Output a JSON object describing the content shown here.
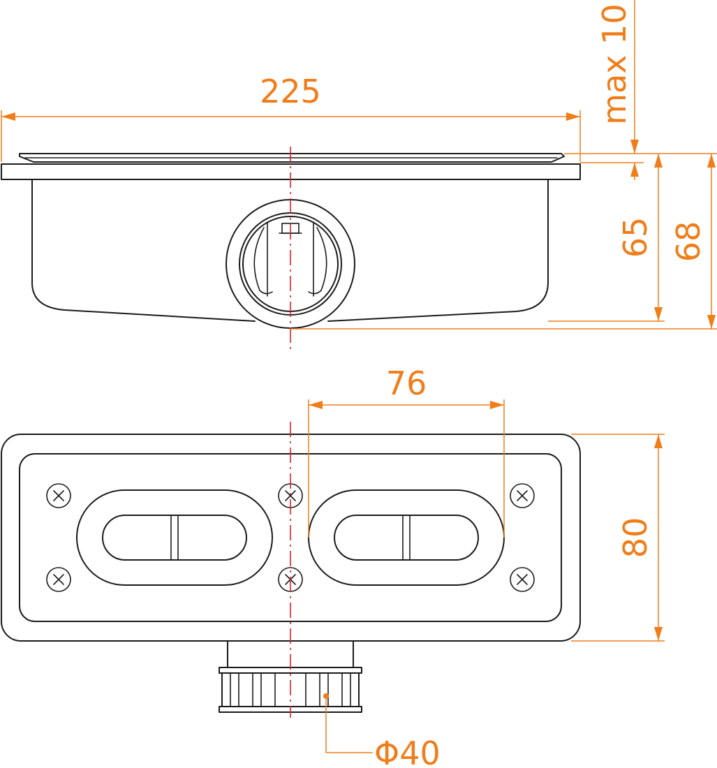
{
  "colors": {
    "outline": "#1a1a1a",
    "dimension": "#ef7d1a",
    "centerline": "#d6232f",
    "background": "#ffffff"
  },
  "dimensions": {
    "overall_width": "225",
    "max_adjust": "max 10",
    "body_depth": "65",
    "total_depth": "68",
    "outlet_spacing": "76",
    "flange_width": "80",
    "outlet_diameter": "Φ40"
  }
}
